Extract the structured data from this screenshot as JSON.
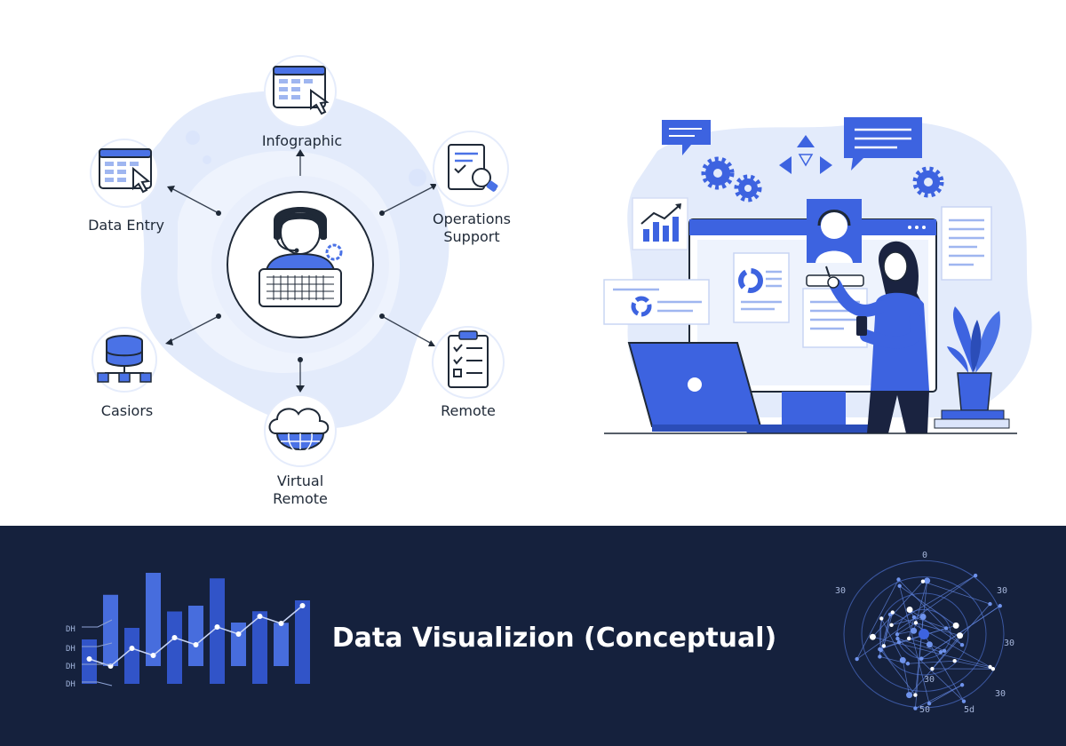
{
  "hub": {
    "nodes": [
      {
        "label": "Infographic"
      },
      {
        "label": "Data Entry"
      },
      {
        "label": "Operations",
        "label2": "Support"
      },
      {
        "label": "Casiors"
      },
      {
        "label": "Remote"
      },
      {
        "label": "Virtual",
        "label2": "Remote"
      }
    ]
  },
  "banner": {
    "title": "Data Visualizion (Conceptual)",
    "bar_tick_labels": [
      "DH",
      "DH",
      "DH",
      "DH"
    ],
    "network_labels": [
      "0",
      "30",
      "30",
      "30",
      "30",
      "30",
      "50",
      "5d"
    ],
    "bar_values": [
      0.4,
      0.85,
      0.6,
      1.0,
      0.7,
      0.8,
      0.95,
      0.6,
      0.75,
      0.55,
      0.8
    ],
    "accent": "#3d63e0"
  }
}
